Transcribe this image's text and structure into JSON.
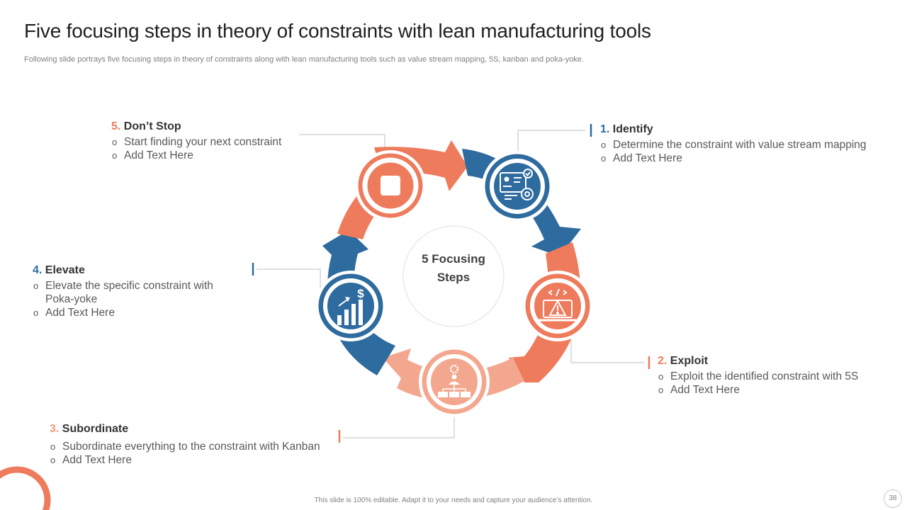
{
  "slide": {
    "title": "Five focusing steps in theory of constraints with lean manufacturing tools",
    "subtitle": "Following slide portrays five focusing steps in theory of constraints along with lean manufacturing tools such as value stream mapping, 5S, kanban and poka-yoke.",
    "footer": "This slide is 100% editable. Adapt it to your needs and capture your audience’s attention.",
    "page_number": "38"
  },
  "center": {
    "line1": "5 Focusing",
    "line2": "Steps"
  },
  "steps": {
    "identify": {
      "number": "1.",
      "label": "Identify",
      "bullets": [
        "Determine the constraint with value stream mapping",
        "Add Text Here"
      ]
    },
    "exploit": {
      "number": "2.",
      "label": "Exploit",
      "bullets": [
        "Exploit the identified constraint with 5S",
        "Add Text Here"
      ]
    },
    "subordinate": {
      "number": "3.",
      "label": "Subordinate",
      "bullets": [
        "Subordinate everything to the constraint with Kanban",
        "Add Text Here"
      ]
    },
    "elevate": {
      "number": "4.",
      "label": "Elevate",
      "bullets": [
        "Elevate the specific constraint with Poka-yoke",
        "Add Text Here"
      ]
    },
    "dont_stop": {
      "number": "5.",
      "label": "Don’t Stop",
      "bullets": [
        "Start finding your next constraint",
        "Add Text Here"
      ]
    }
  },
  "colors": {
    "blue": "#2e6b9e",
    "orange": "#ee7b5c",
    "salmon": "#f4a78f",
    "connector": "#bfbfbf"
  },
  "icons": {
    "identify": "id-card-settings-icon",
    "exploit": "laptop-warning-icon",
    "subordinate": "org-chart-gear-icon",
    "elevate": "growth-chart-dollar-icon",
    "dont_stop": "stop-square-icon"
  }
}
